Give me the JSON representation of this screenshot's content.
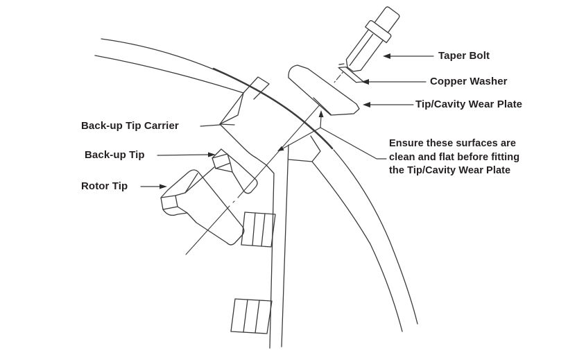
{
  "diagram": {
    "labels": {
      "taper_bolt": "Taper Bolt",
      "copper_washer": "Copper Washer",
      "wear_plate": "Tip/Cavity Wear Plate",
      "backup_tip_carrier": "Back-up Tip Carrier",
      "backup_tip": "Back-up Tip",
      "rotor_tip": "Rotor Tip"
    },
    "note": {
      "line1": "Ensure these surfaces are",
      "line2": "clean and flat before fitting",
      "line3": "the Tip/Cavity Wear Plate"
    },
    "colors": {
      "line": "#3b3b3b",
      "text": "#231f20",
      "background": "#ffffff"
    }
  }
}
